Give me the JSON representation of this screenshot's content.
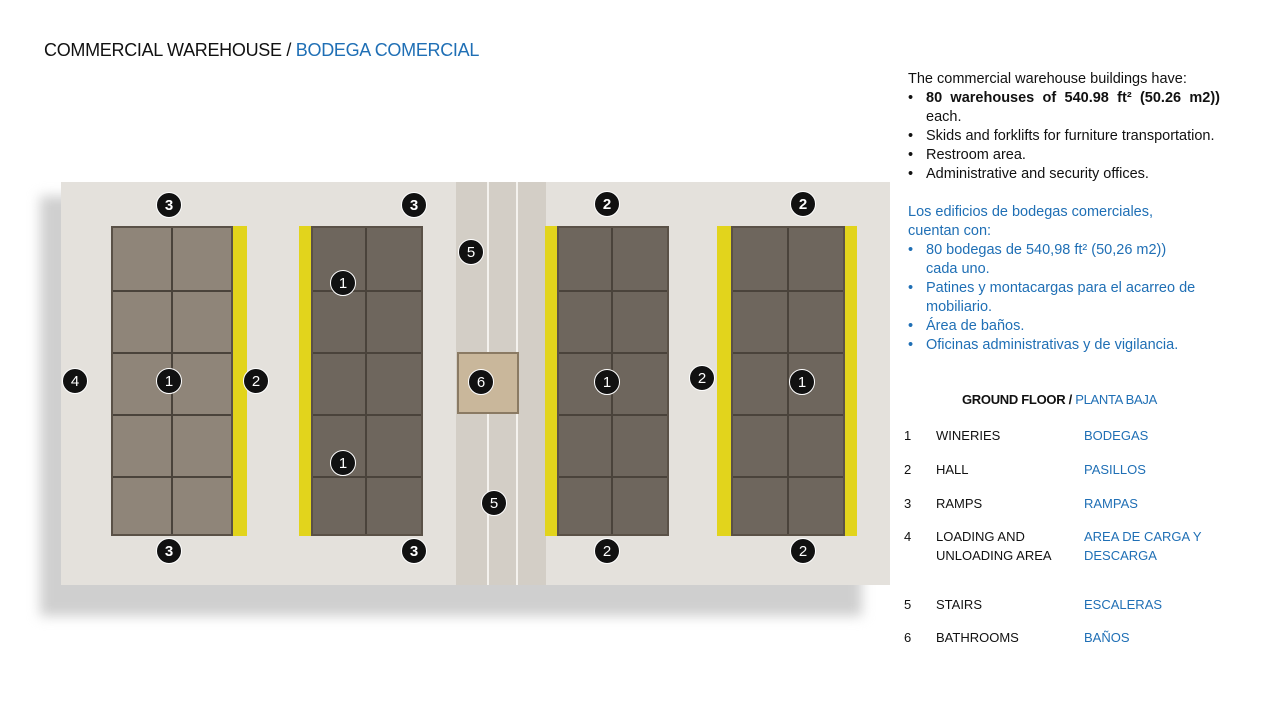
{
  "title": {
    "en": "COMMERCIAL WAREHOUSE",
    "sep": " / ",
    "es": "BODEGA COMERCIAL"
  },
  "description_en": {
    "intro": "The commercial warehouse buildings have:",
    "bullet1_bold": "80 warehouses of 540.98 ft² (50.26 m2))",
    "bullet1_rest": " each.",
    "bullet2": "Skids and forklifts for furniture transportation.",
    "bullet3": "Restroom area.",
    "bullet4": "Administrative and security offices."
  },
  "description_es": {
    "intro": "Los edificios de bodegas comerciales, cuentan con:",
    "bullet1": "80 bodegas de 540,98 ft² (50,26 m2)) cada uno.",
    "bullet2": "Patines y montacargas para el acarreo de mobiliario.",
    "bullet3": "Área de baños.",
    "bullet4": "Oficinas administrativas y de vigilancia."
  },
  "legend": {
    "title_en": "GROUND FLOOR",
    "title_sep": " / ",
    "title_es": "PLANTA BAJA",
    "rows": [
      {
        "num": "1",
        "en": "WINERIES",
        "es": "BODEGAS"
      },
      {
        "num": "2",
        "en": "HALL",
        "es": "PASILLOS"
      },
      {
        "num": "3",
        "en": "RAMPS",
        "es": "RAMPAS"
      },
      {
        "num": "4",
        "en": "LOADING AND UNLOADING AREA",
        "es": "AREA DE CARGA Y DESCARGA"
      },
      {
        "num": "5",
        "en": "STAIRS",
        "es": "ESCALERAS"
      },
      {
        "num": "6",
        "en": "BATHROOMS",
        "es": "BAÑOS"
      }
    ]
  },
  "plan_markers": {
    "m1": "3",
    "m2": "3",
    "m3": "2",
    "m4": "2",
    "m5": "5",
    "m6": "1",
    "m7": "4",
    "m8": "1",
    "m9": "2",
    "m10": "6",
    "m11": "1",
    "m12": "2",
    "m13": "1",
    "m14": "1",
    "m15": "5",
    "m16": "3",
    "m17": "3",
    "m18": "2",
    "m19": "2"
  },
  "colors": {
    "accent_blue": "#1f6fb5",
    "marker_bg": "#111111",
    "highlight_yellow": "#e2d41c"
  }
}
